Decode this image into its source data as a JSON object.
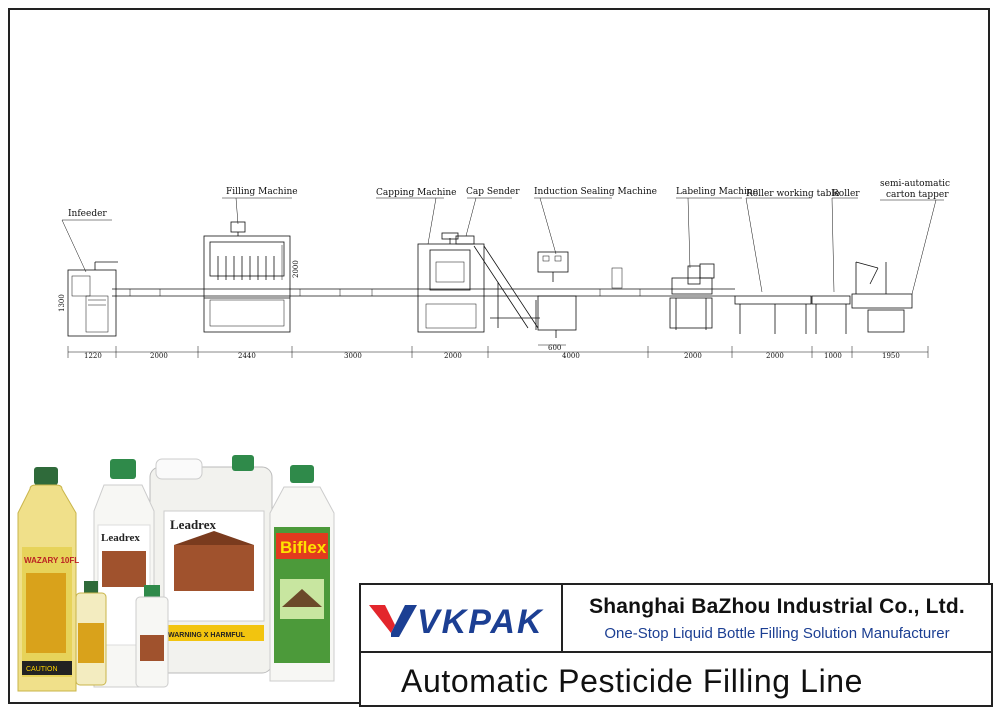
{
  "diagram": {
    "labels": {
      "infeeder": "Infeeder",
      "filling": "Filling Machine",
      "capping": "Capping Machine",
      "cap_sender": "Cap Sender",
      "induction": "Induction Sealing Machine",
      "labeling": "Labeling Machine",
      "roller_table": "Roller working table",
      "roller": "Roller",
      "carton_line1": "semi-automatic",
      "carton_line2": "carton tapper"
    },
    "dimensions": [
      "1220",
      "2000",
      "2440",
      "3000",
      "2000",
      "4000",
      "2000",
      "2000",
      "1000",
      "1950"
    ],
    "small_dims": {
      "height_left": "1300",
      "height_filler": "2000",
      "cap_sender_dim": "600"
    }
  },
  "bottles": {
    "b1_brand": "WAZARY 10FL",
    "b1_caution": "CAUTION",
    "b2_brand": "Leadrex",
    "b3_brand": "Leadrex",
    "b3_warning": "WARNING X HARMFUL",
    "b4_brand": "Biflex"
  },
  "panel": {
    "logo": "VKPAK",
    "company_name": "Shanghai BaZhou Industrial Co., Ltd.",
    "tagline": "One-Stop Liquid Bottle Filling Solution Manufacturer",
    "title": "Automatic Pesticide Filling Line"
  },
  "colors": {
    "logo_red": "#e3262c",
    "logo_blue": "#1c3f93",
    "tagline_blue": "#1c3f93"
  }
}
